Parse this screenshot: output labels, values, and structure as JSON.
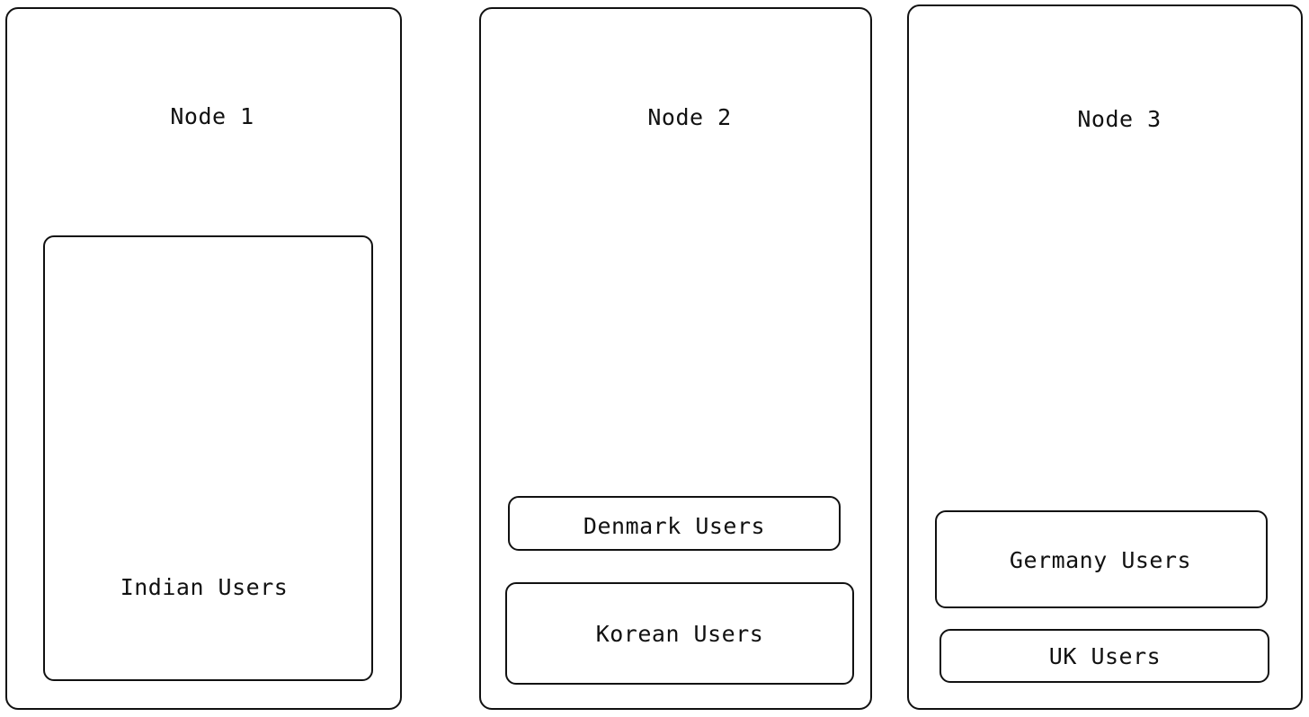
{
  "diagram": {
    "type": "node-partition-diagram",
    "background_color": "#ffffff",
    "stroke_color": "#111111",
    "nodes": [
      {
        "id": "node-1",
        "title": "Node 1",
        "children": [
          {
            "id": "indian-users",
            "label": "Indian Users"
          }
        ]
      },
      {
        "id": "node-2",
        "title": "Node 2",
        "children": [
          {
            "id": "denmark-users",
            "label": "Denmark Users"
          },
          {
            "id": "korean-users",
            "label": "Korean Users"
          }
        ]
      },
      {
        "id": "node-3",
        "title": "Node 3",
        "children": [
          {
            "id": "germany-users",
            "label": "Germany Users"
          },
          {
            "id": "uk-users",
            "label": "UK Users"
          }
        ]
      }
    ]
  }
}
